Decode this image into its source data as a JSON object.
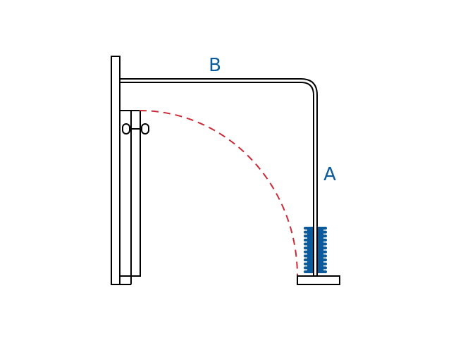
{
  "labels": {
    "top_arm": "B",
    "vertical_rod": "A"
  },
  "colors": {
    "line": "#000000",
    "label": "#0a5a9c",
    "spring": "#0a5a9c",
    "arc": "#cc2a36",
    "background": "#ffffff"
  },
  "spring": {
    "coils": 12
  }
}
